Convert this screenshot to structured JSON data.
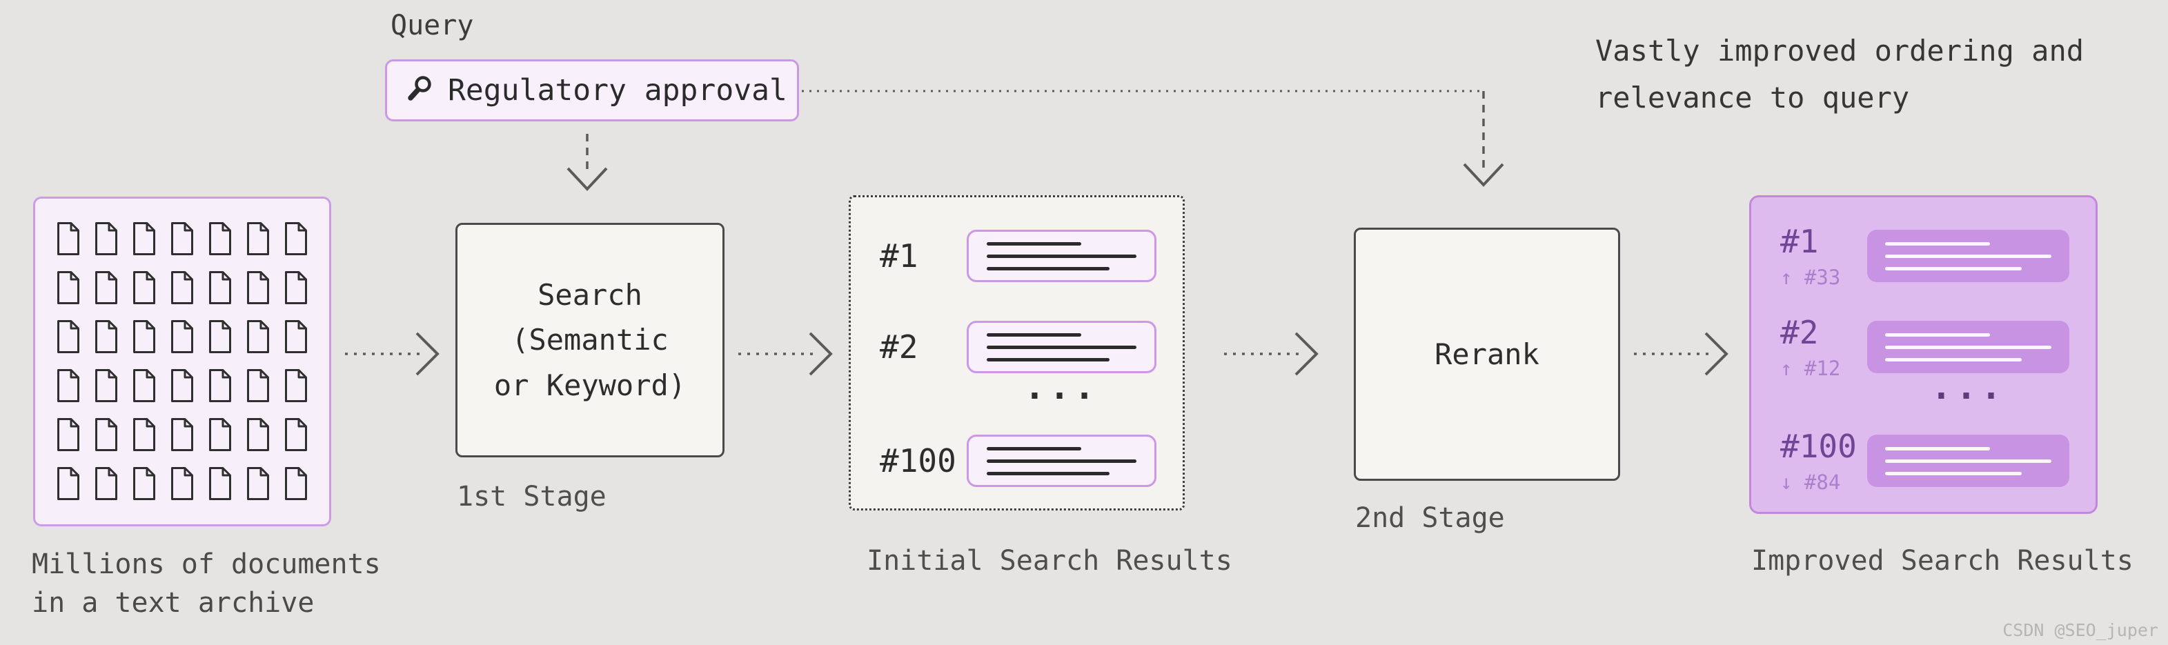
{
  "page": {
    "watermark": "CSDN @SEO_juper",
    "colors": {
      "background": "#e6e4e2",
      "accent_purple_border": "#cc97e6",
      "lavender_fill": "#f7f0fa",
      "improved_fill": "#debbee",
      "improved_card": "#c793e2",
      "stage_box_fill": "#f6f5f1",
      "stage_box_border": "#4a4a4a",
      "text_dark": "#2d2d2d",
      "text_gray": "#4e4e4e",
      "rank_purple": "#6f4596",
      "change_purple": "#aa80cc"
    }
  },
  "query": {
    "label": "Query",
    "value": "Regulatory approval",
    "icon": "search-icon"
  },
  "annotation": {
    "text": "Vastly improved ordering and relevance to query"
  },
  "archive": {
    "caption": "Millions of documents in a text archive",
    "grid": {
      "rows": 6,
      "cols": 7,
      "icon": "document-icon"
    }
  },
  "stage1": {
    "lines": [
      "Search",
      "(Semantic",
      "or Keyword)"
    ],
    "caption": "1st Stage"
  },
  "initial": {
    "caption": "Initial Search Results",
    "ellipsis": "...",
    "items": [
      {
        "rank": "#1"
      },
      {
        "rank": "#2"
      },
      {
        "rank": "#100"
      }
    ]
  },
  "stage2": {
    "label": "Rerank",
    "caption": "2nd Stage"
  },
  "improved": {
    "caption": "Improved Search Results",
    "ellipsis": "...",
    "items": [
      {
        "rank": "#1",
        "change": "↑ #33"
      },
      {
        "rank": "#2",
        "change": "↑ #12"
      },
      {
        "rank": "#100",
        "change": "↓ #84"
      }
    ]
  }
}
